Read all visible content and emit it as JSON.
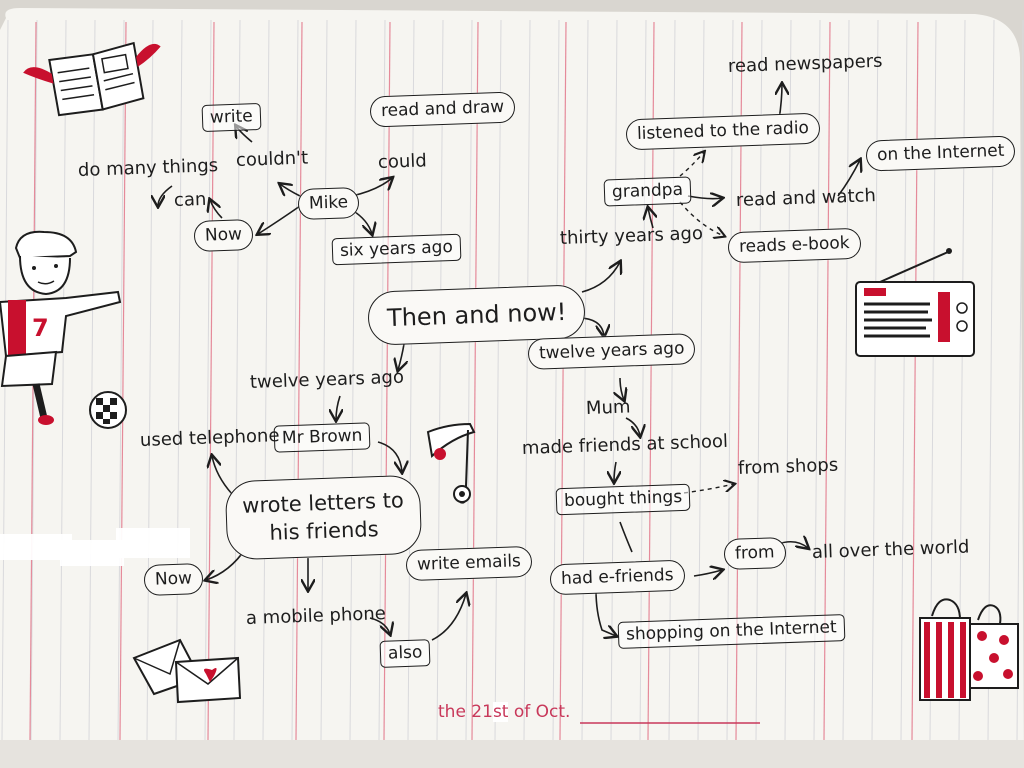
{
  "mindmap": {
    "center": "Then and now!",
    "mike": {
      "name": "Mike",
      "now": "Now",
      "can": "can",
      "do_many_things": "do many things",
      "couldnt": "couldn't",
      "write": "write",
      "could": "could",
      "read_and_draw": "read and draw",
      "six_years_ago": "six years ago"
    },
    "grandpa": {
      "thirty_years_ago": "thirty years ago",
      "name": "grandpa",
      "listened_to_the_radio": "listened to the radio",
      "read_newspapers": "read newspapers",
      "read_and_watch": "read and watch",
      "on_the_internet": "on the Internet",
      "reads_e_book": "reads e-book"
    },
    "mum": {
      "twelve_years_ago": "twelve years ago",
      "name": "Mum",
      "made_friends_at_school": "made friends at school",
      "bought_things": "bought things",
      "from_shops": "from shops",
      "had_e_friends": "had e-friends",
      "from": "from",
      "all_over_the_world": "all over the world",
      "shopping_on_the_internet": "shopping on the Internet"
    },
    "mr_brown": {
      "twelve_years_ago": "twelve years ago",
      "name": "Mr Brown",
      "used_telephone": "used telephone",
      "wrote_letters": "wrote letters to his friends",
      "now": "Now",
      "a_mobile_phone": "a mobile phone",
      "also": "also",
      "write_emails": "write emails"
    }
  },
  "footer": {
    "date_prefix": "the 21",
    "date_ord": "st",
    "date_suffix": " of Oct."
  },
  "colors": {
    "paper": "#f6f5f1",
    "ink": "#1d1d1d",
    "accent_red": "#c8102e",
    "margin_line": "#e58a9a"
  }
}
